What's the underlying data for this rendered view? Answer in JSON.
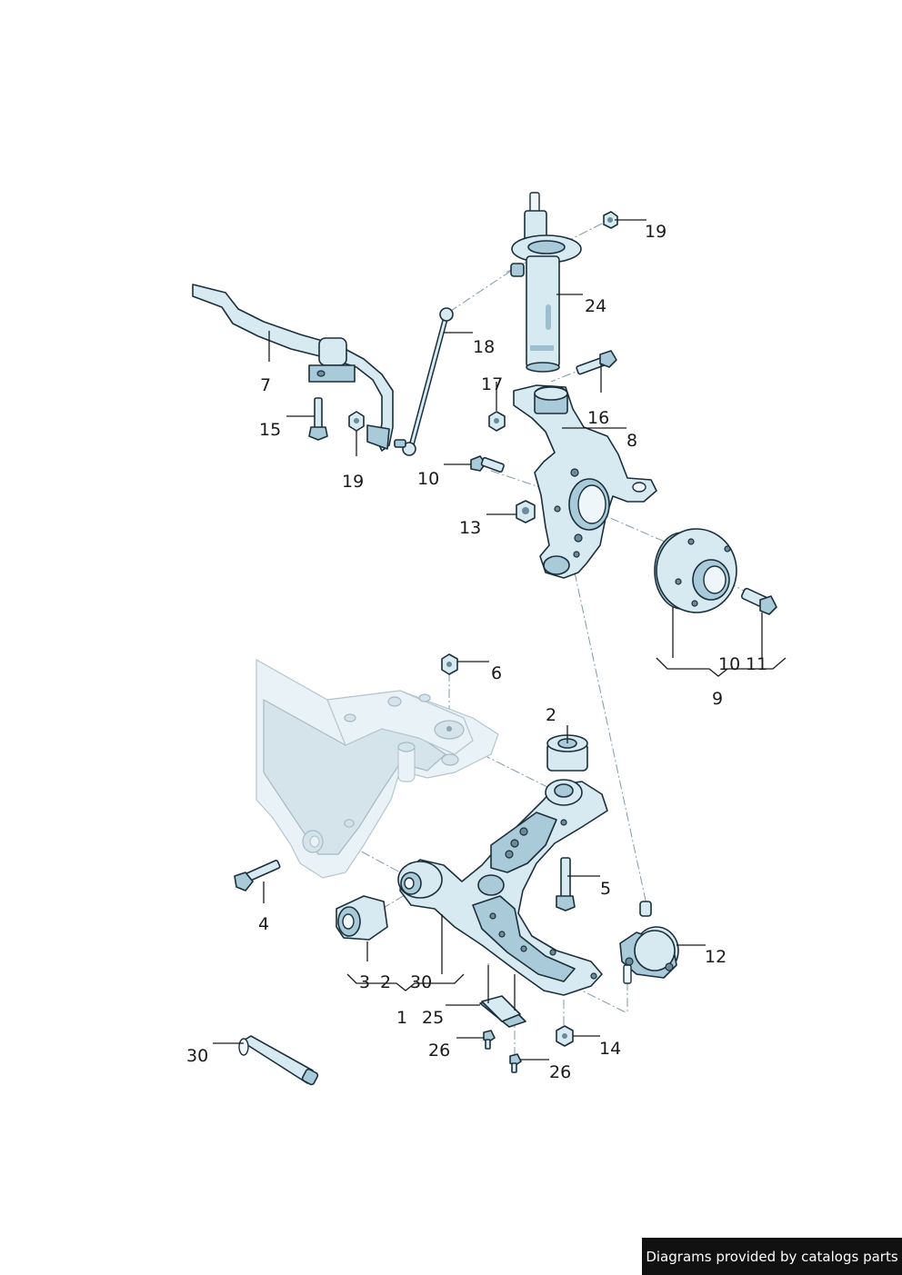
{
  "labels": {
    "l19a": "19",
    "l24": "24",
    "l18": "18",
    "l7": "7",
    "l17": "17",
    "l16": "16",
    "l8": "8",
    "l15": "15",
    "l19b": "19",
    "l10a": "10",
    "l13": "13",
    "l10b": "10",
    "l11": "11",
    "l9": "9",
    "l6": "6",
    "l2a": "2",
    "l5": "5",
    "l4": "4",
    "l12": "12",
    "l3": "3",
    "l2b": "2",
    "l30a": "30",
    "l1": "1",
    "l25": "25",
    "l26a": "26",
    "l14": "14",
    "l30b": "30",
    "l26b": "26"
  },
  "credit": "Diagrams provided by catalogs parts"
}
